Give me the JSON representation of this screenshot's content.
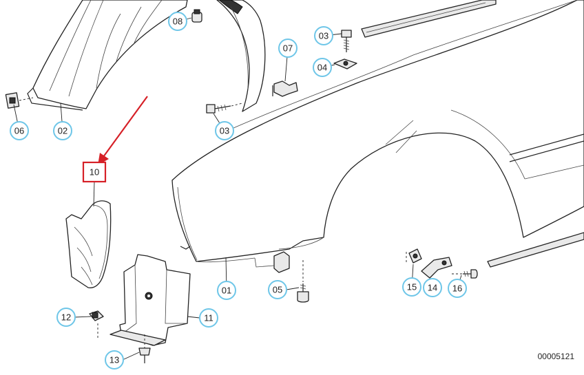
{
  "diagram": {
    "drawing_number": "00005121",
    "highlighted_part": "10",
    "colors": {
      "callout_outline": "#6ec6e8",
      "highlight": "#d62027",
      "line_art": "#222222"
    },
    "callouts": [
      {
        "id": "01",
        "label": "01"
      },
      {
        "id": "02",
        "label": "02"
      },
      {
        "id": "03a",
        "label": "03"
      },
      {
        "id": "03b",
        "label": "03"
      },
      {
        "id": "04",
        "label": "04"
      },
      {
        "id": "05",
        "label": "05"
      },
      {
        "id": "06",
        "label": "06"
      },
      {
        "id": "07",
        "label": "07"
      },
      {
        "id": "08",
        "label": "08"
      },
      {
        "id": "10",
        "label": "10"
      },
      {
        "id": "11",
        "label": "11"
      },
      {
        "id": "12",
        "label": "12"
      },
      {
        "id": "13",
        "label": "13"
      },
      {
        "id": "14",
        "label": "14"
      },
      {
        "id": "15",
        "label": "15"
      },
      {
        "id": "16",
        "label": "16"
      }
    ]
  }
}
